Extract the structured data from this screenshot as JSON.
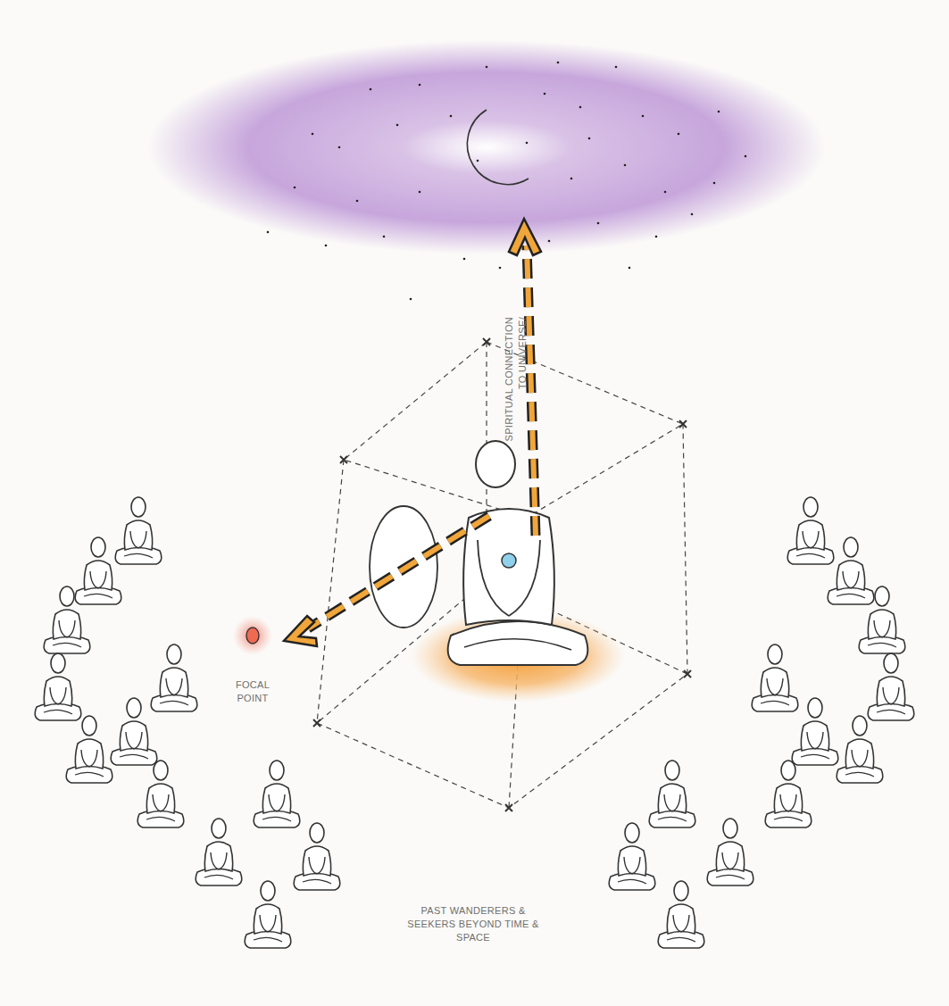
{
  "diagram": {
    "labels": [
      "SPIRITUAL CONNECTION TO UNIVERSE/",
      "FOCAL POINT",
      "PAST WANDERERS & SEEKERS BEYOND TIME & SPACE"
    ]
  }
}
